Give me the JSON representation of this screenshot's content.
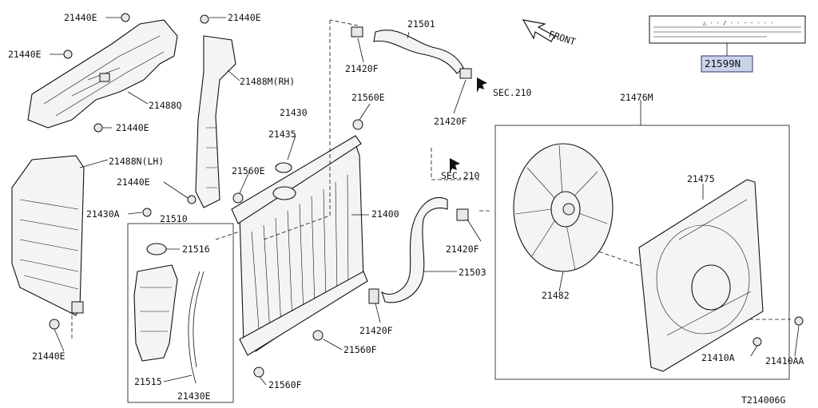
{
  "labels": {
    "l21440e_a": "21440E",
    "l21440e_b": "21440E",
    "l21440e_c": "21440E",
    "l21440e_d": "21440E",
    "l21440e_e": "21440E",
    "l21440e_f": "21440E",
    "l21488q": "21488Q",
    "l21488n": "21488N(LH)",
    "l21488m": "21488M(RH)",
    "l21430a": "21430A",
    "l21510": "21510",
    "l21516": "21516",
    "l21515": "21515",
    "l21430e": "21430E",
    "l21430": "21430",
    "l21435": "21435",
    "l21560e_a": "21560E",
    "l21560e_b": "21560E",
    "l21560f_a": "21560F",
    "l21560f_b": "21560F",
    "l21400": "21400",
    "l21501": "21501",
    "l21420f_a": "21420F",
    "l21420f_b": "21420F",
    "l21420f_c": "21420F",
    "l21420f_d": "21420F",
    "l21503": "21503",
    "lsec210_a": "SEC.210",
    "lsec210_b": "SEC.210",
    "lfront": "FRONT",
    "l21476m": "21476M",
    "l21475": "21475",
    "l21482": "21482",
    "l21410a": "21410A",
    "l21410aa": "21410AA",
    "l21599n": "21599N",
    "caution_symbol": "△ - - / - - - - - - -",
    "diagram_id": "T214006G"
  },
  "colors": {
    "highlight_fill": "#c9d3ea",
    "highlight_stroke": "#333366",
    "line": "#111111"
  }
}
